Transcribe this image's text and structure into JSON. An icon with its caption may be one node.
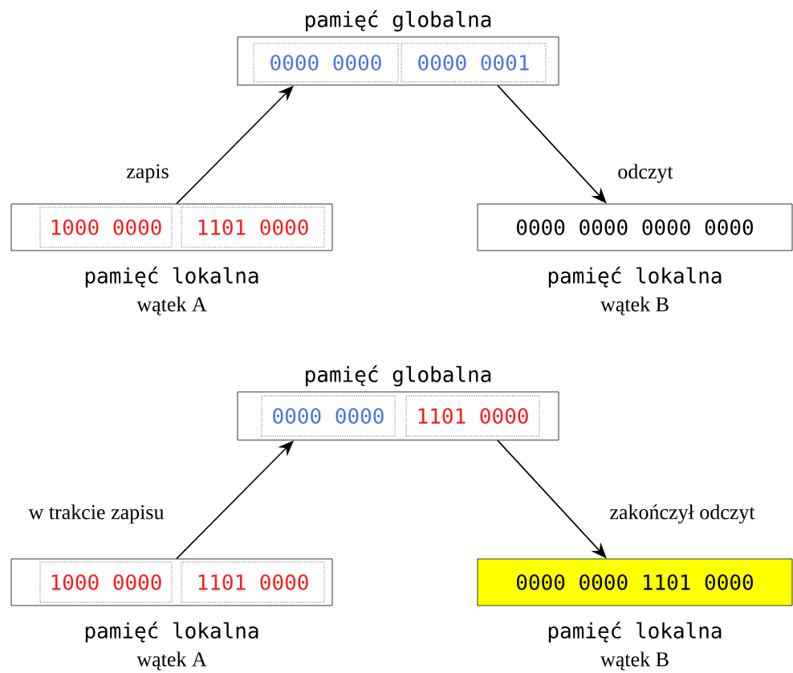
{
  "diagram": {
    "nodes": [
      {
        "text": [
          "pamięć globalna"
        ]
      },
      {
        "text": [
          "0000 0000"
        ],
        "in": 0
      },
      {
        "text": [
          "0000 0001"
        ],
        "in": 0
      },
      {
        "text": [
          "pamięć lokalna",
          "wątek A"
        ]
      },
      {
        "text": [
          "1000 0000"
        ],
        "in": 3
      },
      {
        "text": [
          "1101 0000"
        ],
        "in": 3
      },
      {
        "text": [
          "0000 0000 0000 0000",
          "pamięć lokalna",
          "wątek B"
        ]
      },
      {
        "text": [
          "pamięć globalna"
        ]
      },
      {
        "text": [
          "0000 0000"
        ],
        "in": 7
      },
      {
        "text": [
          "1101 0000"
        ],
        "in": 7
      },
      {
        "text": [
          "pamięć lokalna",
          "wątek A"
        ]
      },
      {
        "text": [
          "1000 0000"
        ],
        "in": 10
      },
      {
        "text": [
          "1101 0000"
        ],
        "in": 10
      },
      {
        "text": [
          "0000 0000 1101 0000",
          "pamięć lokalna",
          "wątek B"
        ]
      }
    ],
    "edges": [
      {
        "from": 3,
        "to": 0,
        "arrow": "to",
        "label": "zapis"
      },
      {
        "from": 0,
        "to": 6,
        "arrow": "to",
        "label": "odczyt"
      },
      {
        "from": 10,
        "to": 7,
        "arrow": "to",
        "label": "w trakcie zapisu"
      },
      {
        "from": 7,
        "to": 13,
        "arrow": "to",
        "label": "zakończył odczyt"
      }
    ]
  }
}
